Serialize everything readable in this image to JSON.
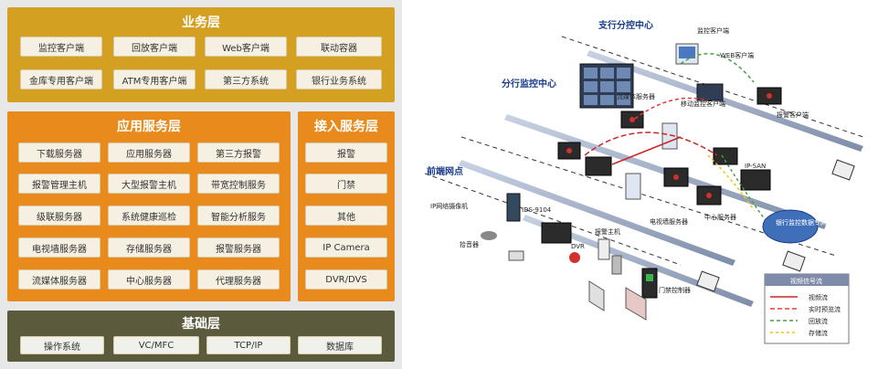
{
  "business": {
    "title": "业务层",
    "items": [
      "监控客户端",
      "回放客户端",
      "Web客户端",
      "联动容器",
      "金库专用客户端",
      "ATM专用客户端",
      "第三方系统",
      "银行业务系统"
    ]
  },
  "app": {
    "title": "应用服务层",
    "items": [
      "下载服务器",
      "应用服务器",
      "第三方报警",
      "报警管理主机",
      "大型报警主机",
      "带宽控制服务",
      "级联服务器",
      "系统健康巡检",
      "智能分析服务",
      "电视墙服务器",
      "存储服务器",
      "报警服务器",
      "流媒体服务器",
      "中心服务器",
      "代理服务器"
    ]
  },
  "access": {
    "title": "接入服务层",
    "items": [
      "报警",
      "门禁",
      "其他",
      "IP Camera",
      "DVR/DVS"
    ]
  },
  "base": {
    "title": "基础层",
    "items": [
      "操作系统",
      "VC/MFC",
      "TCP/IP",
      "数据库"
    ]
  },
  "network": {
    "zones": [
      "支行分控中心",
      "分行监控中心",
      "前端网点"
    ],
    "nodes": {
      "ptz_client": "监控客户端",
      "web_client": "WEB客户端",
      "dispatch": "流媒体服务器",
      "tvwall_server": "电视墙服务器",
      "mobile_client": "移动监控客户端",
      "alarm_client": "报警客户端",
      "center_server": "中心服务器",
      "ip_san": "IP-SAN",
      "bank_net": "银行监控数据专网",
      "ipc": "IP网络摄像机",
      "dvs": "IDS-9104",
      "dvr": "DVR",
      "pickup": "拾音器",
      "alarm_host": "报警主机",
      "access_ctrl": "门禁控制器"
    },
    "legend": {
      "title": "视频信号流",
      "items": [
        {
          "label": "视频流",
          "color": "#c62828"
        },
        {
          "label": "实时预览流",
          "color": "#e53935"
        },
        {
          "label": "回放流",
          "color": "#43a047"
        },
        {
          "label": "存储流",
          "color": "#f4c20d"
        }
      ]
    }
  }
}
